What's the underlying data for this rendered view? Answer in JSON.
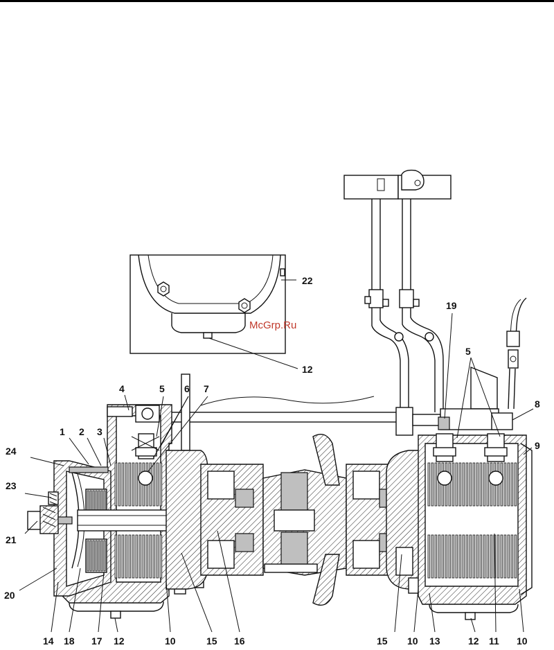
{
  "watermark": "McGrp.Ru",
  "callouts": [
    {
      "id": "c1",
      "text": "1"
    },
    {
      "id": "c2",
      "text": "2"
    },
    {
      "id": "c3",
      "text": "3"
    },
    {
      "id": "c4",
      "text": "4"
    },
    {
      "id": "c5a",
      "text": "5"
    },
    {
      "id": "c5b",
      "text": "5"
    },
    {
      "id": "c6",
      "text": "6"
    },
    {
      "id": "c7",
      "text": "7"
    },
    {
      "id": "c8",
      "text": "8"
    },
    {
      "id": "c9",
      "text": "9"
    },
    {
      "id": "c10a",
      "text": "10"
    },
    {
      "id": "c10b",
      "text": "10"
    },
    {
      "id": "c10c",
      "text": "10"
    },
    {
      "id": "c11",
      "text": "11"
    },
    {
      "id": "c12a",
      "text": "12"
    },
    {
      "id": "c12b",
      "text": "12"
    },
    {
      "id": "c12c",
      "text": "12"
    },
    {
      "id": "c13",
      "text": "13"
    },
    {
      "id": "c14",
      "text": "14"
    },
    {
      "id": "c15a",
      "text": "15"
    },
    {
      "id": "c15b",
      "text": "15"
    },
    {
      "id": "c16",
      "text": "16"
    },
    {
      "id": "c17",
      "text": "17"
    },
    {
      "id": "c18",
      "text": "18"
    },
    {
      "id": "c19",
      "text": "19"
    },
    {
      "id": "c20",
      "text": "20"
    },
    {
      "id": "c21",
      "text": "21"
    },
    {
      "id": "c22",
      "text": "22"
    },
    {
      "id": "c23",
      "text": "23"
    },
    {
      "id": "c24",
      "text": "24"
    }
  ]
}
